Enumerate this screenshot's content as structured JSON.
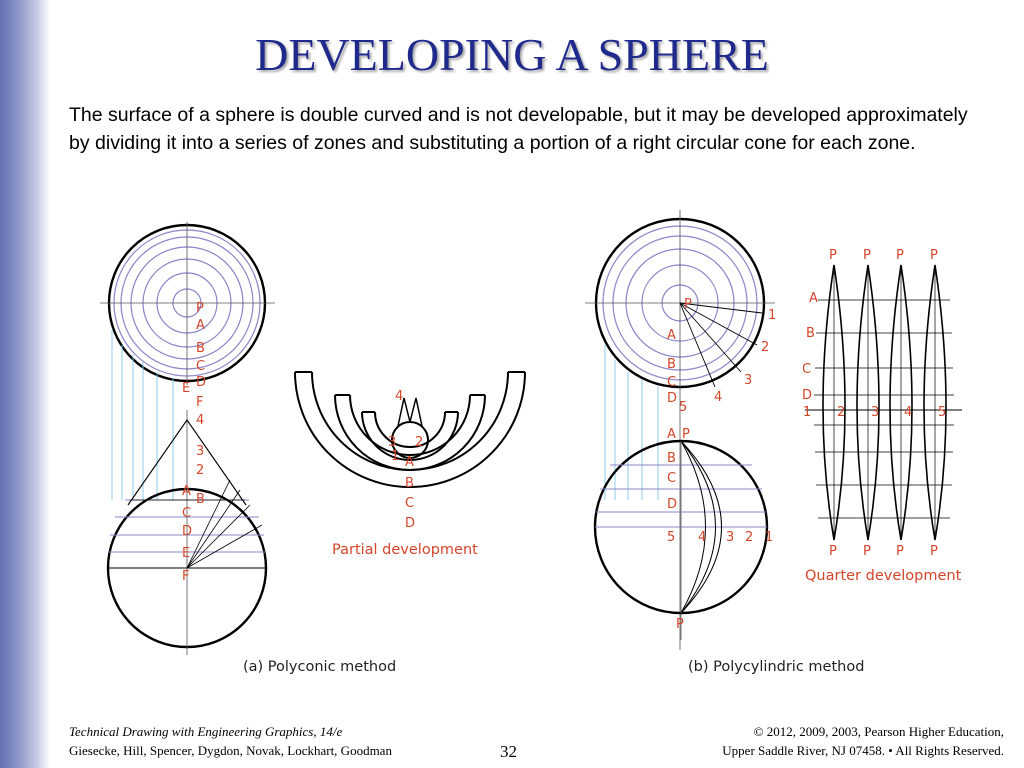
{
  "slide": {
    "title": "DEVELOPING A SPHERE",
    "intro": "The surface of a sphere is double curved and is not developable, but it may be developed approximately by dividing it into a series of zones and substituting a portion of a right circular cone for each zone.",
    "page_number": "32"
  },
  "figure": {
    "left": {
      "caption": "(a) Polyconic method",
      "partial_caption": "Partial development",
      "top_labels": [
        "P",
        "A",
        "B",
        "C",
        "D",
        "E",
        "F",
        "4"
      ],
      "cone_labels": [
        "3",
        "2",
        "A",
        "B",
        "C",
        "D",
        "E",
        "F"
      ],
      "partial_labels": [
        "4",
        "3",
        "2",
        "1",
        "A",
        "B",
        "C",
        "D"
      ]
    },
    "right": {
      "caption": "(b) Polycylindric method",
      "quarter_caption": "Quarter development",
      "top_labels": [
        "P",
        "A",
        "B",
        "C",
        "D",
        "5"
      ],
      "radial_numbers": [
        "1",
        "2",
        "3",
        "4"
      ],
      "front_labels": [
        "A",
        "P",
        "B",
        "C",
        "D",
        "5",
        "4",
        "3",
        "2",
        "1",
        "P"
      ],
      "gore_top": [
        "P",
        "P",
        "P",
        "P"
      ],
      "gore_bottom": [
        "P",
        "P",
        "P",
        "P"
      ],
      "gore_side": [
        "A",
        "B",
        "C",
        "D"
      ],
      "gore_numbers": [
        "1",
        "2",
        "3",
        "4",
        "5"
      ]
    }
  },
  "footer": {
    "book_title": "Technical Drawing with Engineering Graphics, 14/e",
    "authors": "Giesecke, Hill, Spencer, Dygdon, Novak, Lockhart, Goodman",
    "copyright": "© 2012, 2009, 2003, Pearson Higher Education,",
    "address": "Upper Saddle River, NJ 07458. • All Rights Reserved."
  }
}
